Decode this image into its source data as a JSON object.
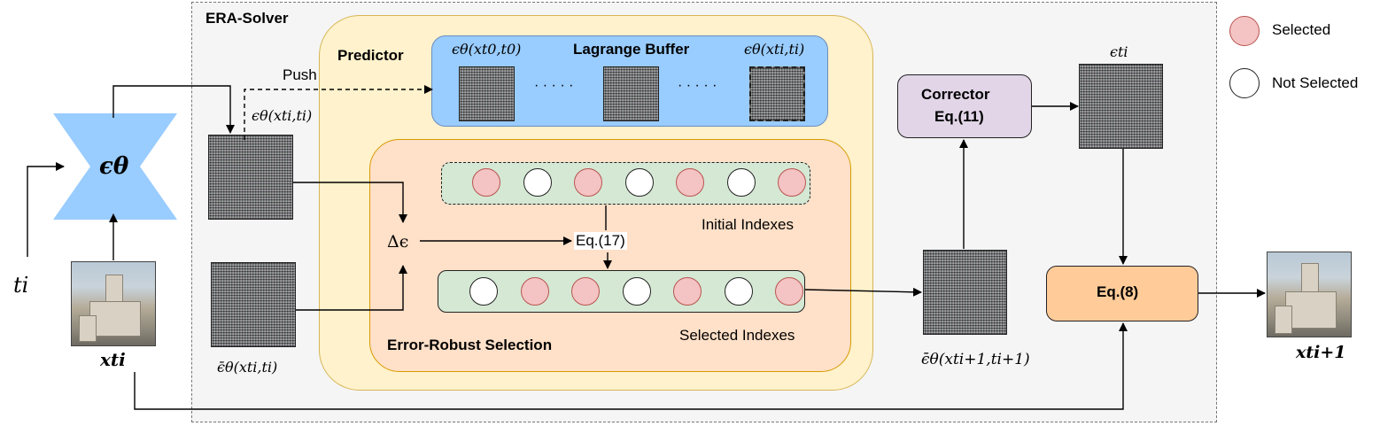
{
  "title": "ERA-Solver",
  "predictor": {
    "title": "Predictor"
  },
  "buffer": {
    "title": "Lagrange Buffer",
    "left_label": "ϵθ(xt0,t0)",
    "right_label": "ϵθ(xti,ti)",
    "dots": "· · · · ·"
  },
  "push_label": "Push",
  "model_label": "ϵθ",
  "t_label": "ti",
  "x_label": "xti",
  "eps_label": "ϵθ(xti,ti)",
  "eps_bar_label": "ϵ̄θ(xti,ti)",
  "delta_label": "Δϵ",
  "eq17_label": "Eq.(17)",
  "ers": {
    "title": "Error-Robust Selection",
    "initial_label": "Initial Indexes",
    "selected_label": "Selected Indexes",
    "initial_indexes": [
      "selected",
      "not",
      "selected",
      "not",
      "selected",
      "not",
      "selected"
    ],
    "selected_indexes": [
      "not",
      "selected",
      "selected",
      "not",
      "selected",
      "not",
      "selected"
    ]
  },
  "eps_bar_next_label": "ϵ̄θ(xti+1,ti+1)",
  "corrector": {
    "line1": "Corrector",
    "line2": "Eq.(11)"
  },
  "eps_ti_label": "ϵti",
  "eq8_label": "Eq.(8)",
  "x_next_label": "xti+1",
  "legend": {
    "selected": "Selected",
    "not_selected": "Not Selected"
  },
  "colors": {
    "buffer_fill": "#99ccff",
    "buffer_border": "#6c8ebf",
    "predictor_fill": "#fff2cc",
    "predictor_border": "#d6b656",
    "ers_fill": "#ffe0c8",
    "ers_border": "#d79b00",
    "index_fill": "#d5e8d4",
    "corrector_fill": "#e1d5e7",
    "eq8_fill": "#ffcc99",
    "model_fill": "#99ccff",
    "selected_fill": "#f4c3c3"
  }
}
